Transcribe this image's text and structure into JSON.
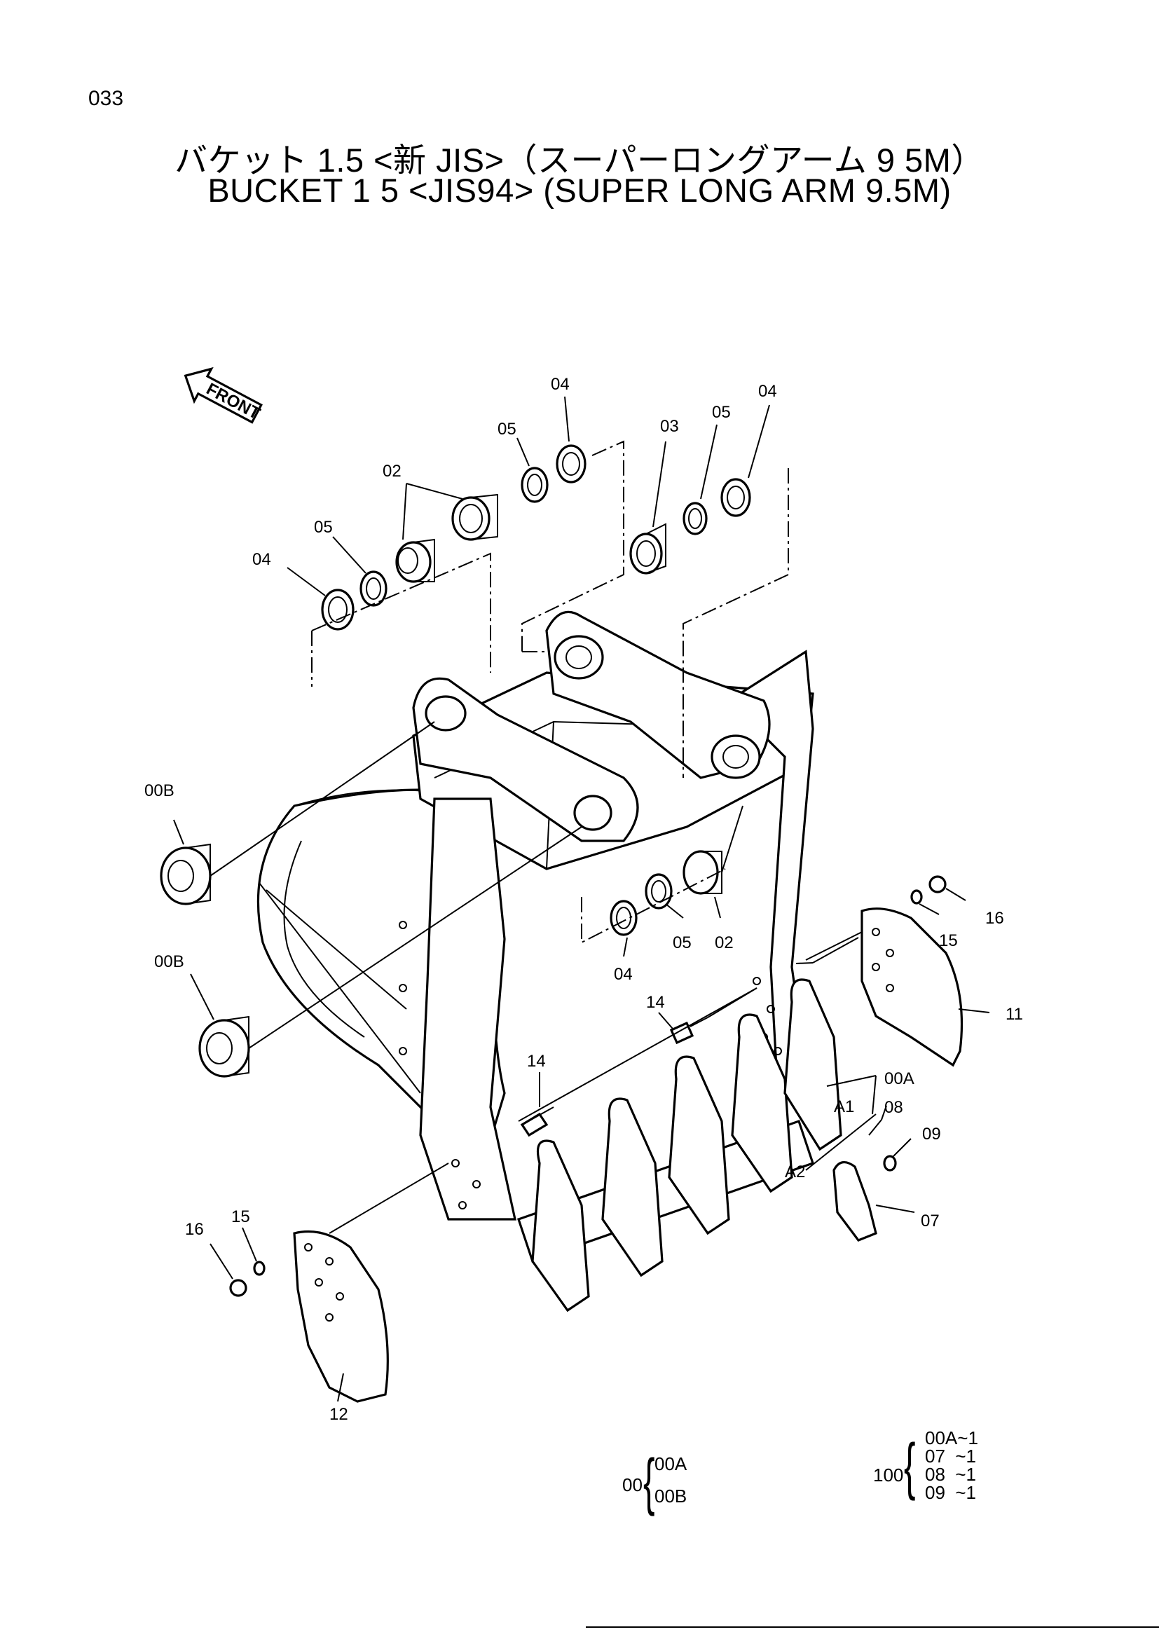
{
  "page_number": "033",
  "title_jp": "バケット 1.5 <新 JIS>（スーパーロングアーム 9 5M）",
  "title_en": "BUCKET 1 5 <JIS94> (SUPER LONG ARM 9.5M)",
  "front_arrow_text": "FRONT",
  "callouts": {
    "p04a": "04",
    "p05a": "05",
    "p04b": "04",
    "p03": "03",
    "p05b": "05",
    "p02a": "02",
    "p05c": "05",
    "p04c": "04",
    "p00b1": "00B",
    "p00b2": "00B",
    "p16a": "16",
    "p15a": "15",
    "p11": "11",
    "p05d": "05",
    "p02b": "02",
    "p04d": "04",
    "p14a": "14",
    "p14b": "14",
    "p00a": "00A",
    "pa1": "A1",
    "p08": "08",
    "p09": "09",
    "pa2": "A2",
    "p07": "07",
    "p16b": "16",
    "p15b": "15",
    "p12": "12"
  },
  "kit_00": {
    "parent": "00",
    "children": [
      "00A",
      "00B"
    ]
  },
  "kit_100": {
    "parent": "100",
    "children": [
      "00A~1",
      "07  ~1",
      "08  ~1",
      "09  ~1"
    ]
  },
  "icons": {
    "front": "front-arrow-icon"
  }
}
